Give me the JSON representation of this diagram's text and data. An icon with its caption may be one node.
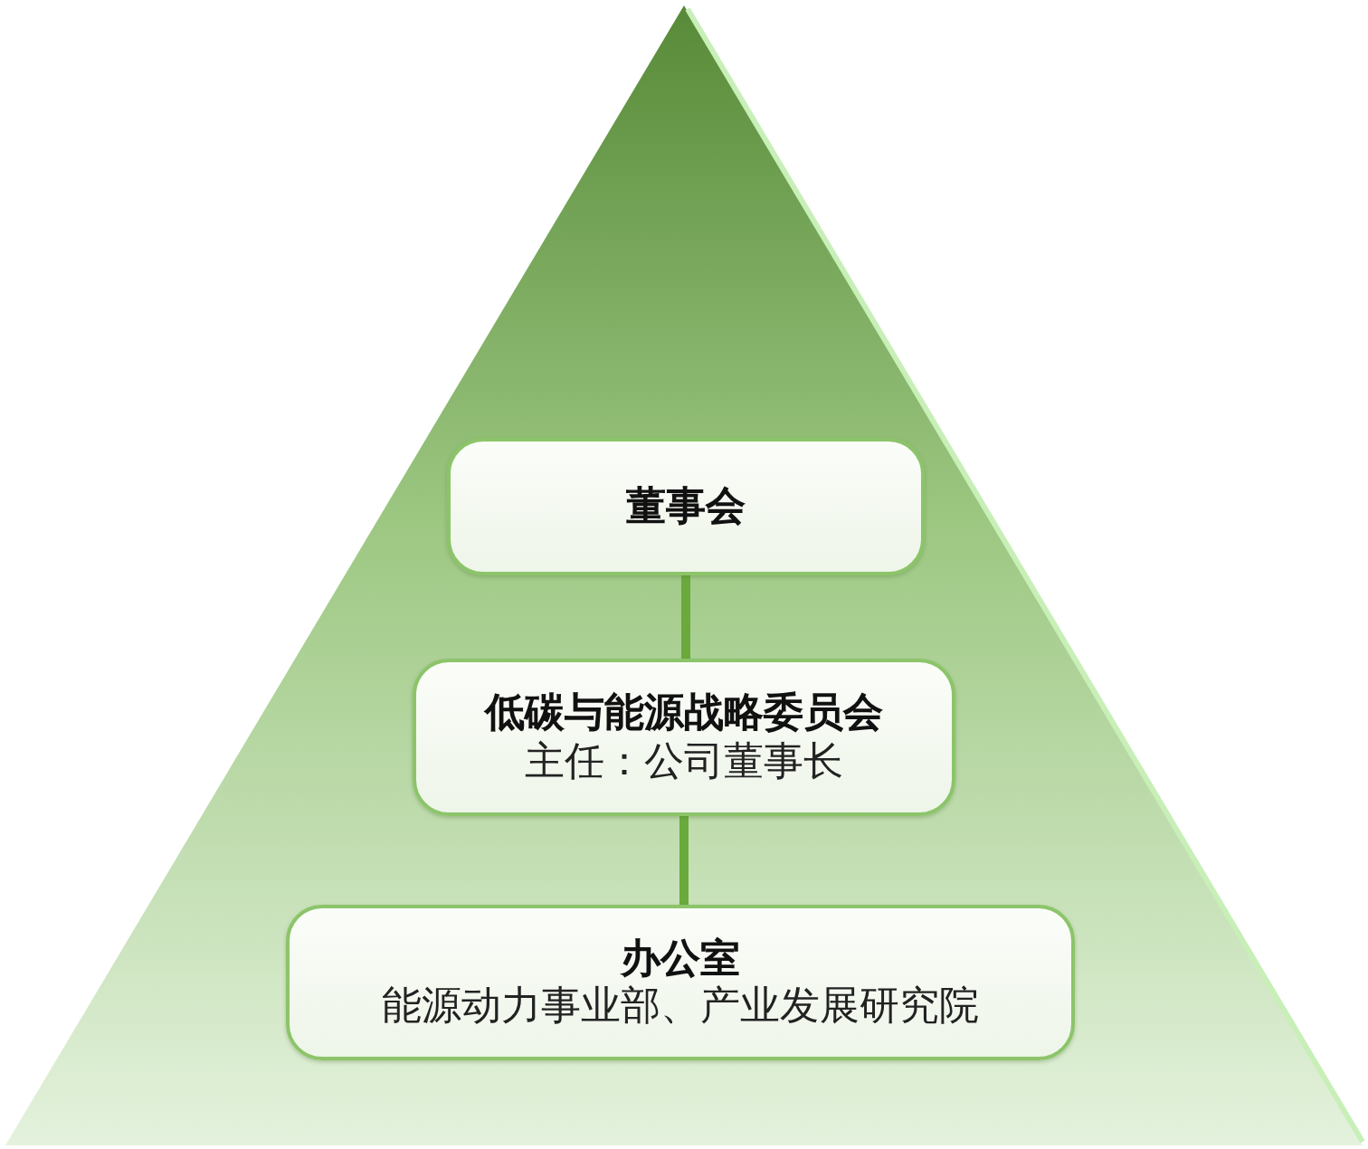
{
  "diagram": {
    "nodes": [
      {
        "text": [
          "董事会"
        ]
      },
      {
        "text": [
          "低碳与能源战略委员会",
          "主任：公司董事长"
        ]
      },
      {
        "text": [
          "办公室",
          "能源动力事业部、产业发展研究院"
        ]
      }
    ],
    "edges": [
      {
        "from": 0,
        "to": 1,
        "arrow": "none"
      },
      {
        "from": 1,
        "to": 2,
        "arrow": "none"
      }
    ]
  }
}
